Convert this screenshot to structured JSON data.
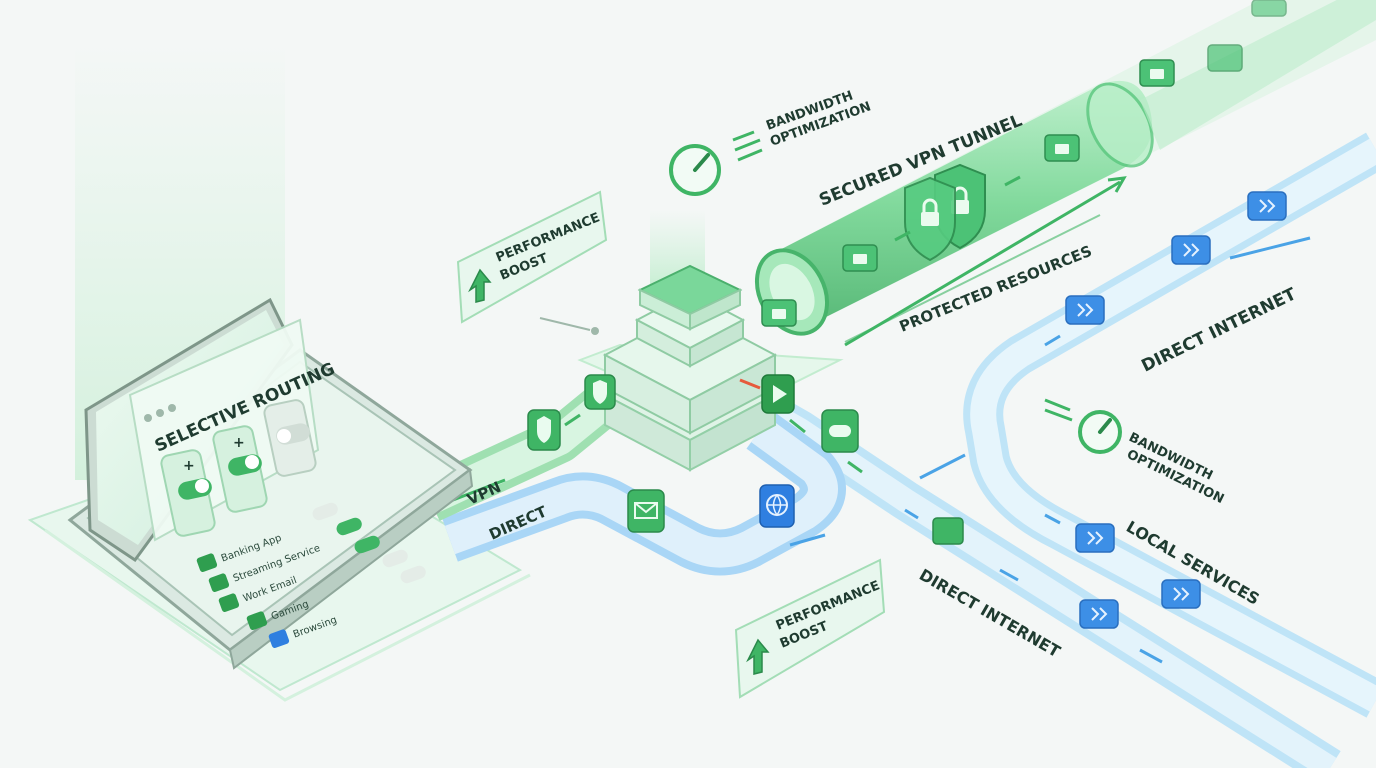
{
  "labels": {
    "selective_routing": "SELECTIVE ROUTING",
    "vpn": "VPN",
    "direct": "DIRECT",
    "secured_vpn_tunnel": "SECURED VPN TUNNEL",
    "protected_resources": "PROTECTED RESOURCES",
    "direct_internet_top": "DIRECT INTERNET",
    "direct_internet_bottom": "DIRECT INTERNET",
    "local_services": "LOCAL SERVICES"
  },
  "bandwidth_top": {
    "line1": "BANDWIDTH",
    "line2": "OPTIMIZATION"
  },
  "bandwidth_right": {
    "line1": "BANDWIDTH",
    "line2": "OPTIMIZATION"
  },
  "performance_top": {
    "line1": "PERFORMANCE",
    "line2": "BOOST"
  },
  "performance_bottom": {
    "line1": "PERFORMANCE",
    "line2": "BOOST"
  },
  "apps": [
    {
      "label": "Banking App",
      "icon": "shield-icon",
      "color": "#2f9e4f"
    },
    {
      "label": "Streaming Service",
      "icon": "play-icon",
      "color": "#2f9e4f"
    },
    {
      "label": "Work Email",
      "icon": "envelope-icon",
      "color": "#2f9e4f"
    },
    {
      "label": "Gaming",
      "icon": "gamepad-icon",
      "color": "#2f9e4f"
    },
    {
      "label": "Browsing",
      "icon": "globe-icon",
      "color": "#2f7fe0"
    }
  ],
  "colors": {
    "vpn_green": "#3fbf6a",
    "direct_blue": "#4aa3e6",
    "text_dark": "#1f3b30"
  }
}
